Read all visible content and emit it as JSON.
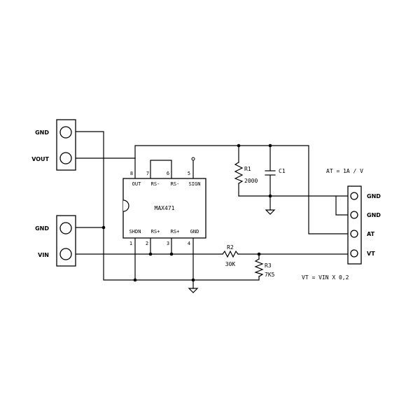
{
  "connectors": {
    "output": {
      "pin1": "GND",
      "pin2": "VOUT"
    },
    "input": {
      "pin1": "GND",
      "pin2": "VIN"
    },
    "sensor": {
      "pin1": "GND",
      "pin2": "GND",
      "pin3": "AT",
      "pin4": "VT"
    }
  },
  "ic": {
    "name": "MAX471",
    "pins": [
      {
        "number": "8",
        "label": "OUT"
      },
      {
        "number": "7",
        "label": "RS-"
      },
      {
        "number": "6",
        "label": "RS-"
      },
      {
        "number": "5",
        "label": "SIGN"
      },
      {
        "number": "1",
        "label": "SHDN"
      },
      {
        "number": "2",
        "label": "RS+"
      },
      {
        "number": "3",
        "label": "RS+"
      },
      {
        "number": "4",
        "label": "GND"
      }
    ]
  },
  "components": {
    "r1": {
      "name": "R1",
      "value": "2000"
    },
    "c1": {
      "name": "C1"
    },
    "r2": {
      "name": "R2",
      "value": "30K"
    },
    "r3": {
      "name": "R3",
      "value": "7K5"
    }
  },
  "annotations": {
    "at_formula": "AT = 1A / V",
    "vt_formula": "VT = VIN X 0,2"
  }
}
